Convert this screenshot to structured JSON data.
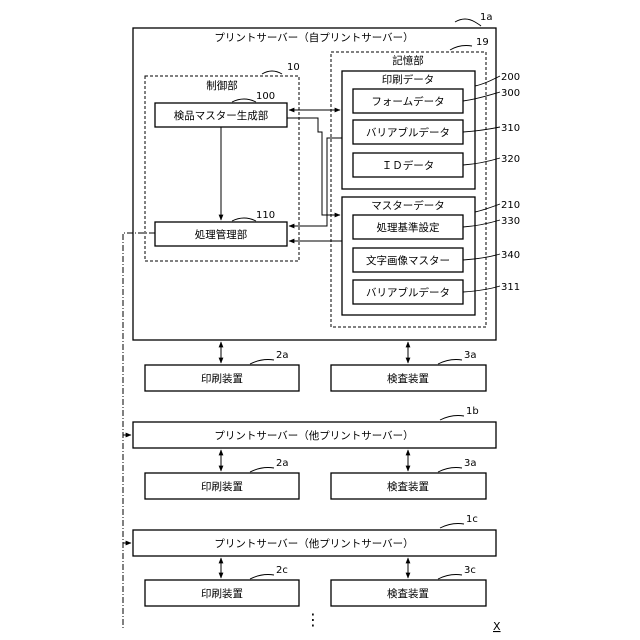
{
  "server_main": {
    "title": "プリントサーバー（自プリントサーバー）",
    "ref": "1a"
  },
  "storage": {
    "title": "記憶部",
    "ref": "19"
  },
  "control": {
    "title": "制御部",
    "ref": "10"
  },
  "master_gen": {
    "label": "検品マスター生成部",
    "ref": "100"
  },
  "proc_mgmt": {
    "label": "処理管理部",
    "ref": "110"
  },
  "print_data": {
    "title": "印刷データ",
    "ref": "200"
  },
  "form_data": {
    "label": "フォームデータ",
    "ref": "300"
  },
  "variable_data": {
    "label": "バリアブルデータ",
    "ref": "310"
  },
  "id_data": {
    "label": "ＩＤデータ",
    "ref": "320"
  },
  "master_data": {
    "title": "マスターデータ",
    "ref": "210"
  },
  "proc_criteria": {
    "label": "処理基準設定",
    "ref": "330"
  },
  "char_image_master": {
    "label": "文字画像マスター",
    "ref": "340"
  },
  "variable_data2": {
    "label": "バリアブルデータ",
    "ref": "311"
  },
  "row_a": {
    "printer": {
      "label": "印刷装置",
      "ref": "2a"
    },
    "inspector": {
      "label": "検査装置",
      "ref": "3a"
    }
  },
  "server_b": {
    "title": "プリントサーバー（他プリントサーバー）",
    "ref": "1b"
  },
  "row_b": {
    "printer": {
      "label": "印刷装置",
      "ref": "2a"
    },
    "inspector": {
      "label": "検査装置",
      "ref": "3a"
    }
  },
  "server_c": {
    "title": "プリントサーバー（他プリントサーバー）",
    "ref": "1c"
  },
  "row_c": {
    "printer": {
      "label": "印刷装置",
      "ref": "2c"
    },
    "inspector": {
      "label": "検査装置",
      "ref": "3c"
    }
  },
  "ellipsis": "⋮",
  "corner_mark": "X"
}
